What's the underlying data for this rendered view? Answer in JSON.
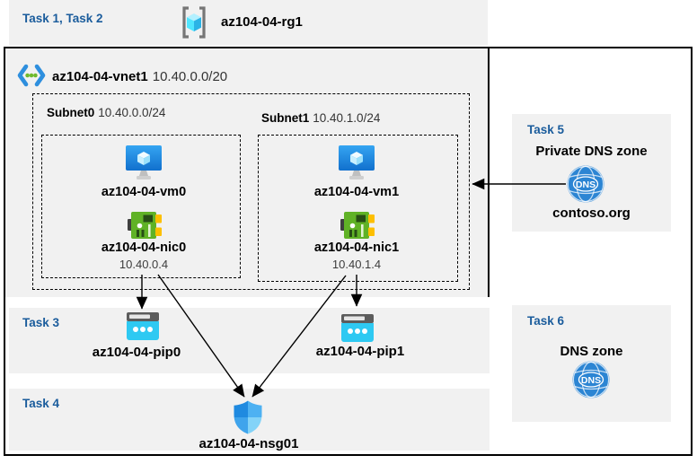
{
  "colors": {
    "task_label_blue": "#1a5c9c",
    "panel_gray": "#f1f1f1",
    "border_black": "#000000",
    "vm_blue": "#1f8ae0",
    "pip_cyan": "#2ec9f2",
    "nic_green": "#60b226",
    "dns_blue": "#2c85d3",
    "rg_cube_cyan": "#50e6ff"
  },
  "header": {
    "tasks_label": "Task 1, Task 2",
    "resource_group": "az104-04-rg1"
  },
  "vnet": {
    "name": "az104-04-vnet1",
    "cidr": "10.40.0.0/20"
  },
  "subnets": [
    {
      "name": "Subnet0",
      "cidr": "10.40.0.0/24",
      "vm": "az104-04-vm0",
      "nic": "az104-04-nic0",
      "ip": "10.40.0.4"
    },
    {
      "name": "Subnet1",
      "cidr": "10.40.1.0/24",
      "vm": "az104-04-vm1",
      "nic": "az104-04-nic1",
      "ip": "10.40.1.4"
    }
  ],
  "task3": {
    "label": "Task 3",
    "pip0": "az104-04-pip0",
    "pip1": "az104-04-pip1"
  },
  "task4": {
    "label": "Task 4",
    "nsg": "az104-04-nsg01"
  },
  "task5": {
    "label": "Task 5",
    "title": "Private DNS zone",
    "zone_name": "contoso.org",
    "dns_icon_text": "DNS"
  },
  "task6": {
    "label": "Task 6",
    "title": "DNS zone",
    "dns_icon_text": "DNS"
  }
}
